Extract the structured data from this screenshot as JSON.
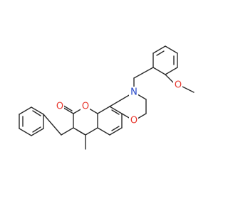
{
  "molecule": {
    "atoms": {
      "carbonyl_O": "O",
      "ring_O": "O",
      "oxazine_O": "O",
      "amine_N": "N",
      "methoxy_O": "O"
    },
    "colors": {
      "bond": "#2b2b2b",
      "oxygen": "#e8382e",
      "nitrogen": "#2446c8",
      "background": "#ffffff"
    }
  }
}
